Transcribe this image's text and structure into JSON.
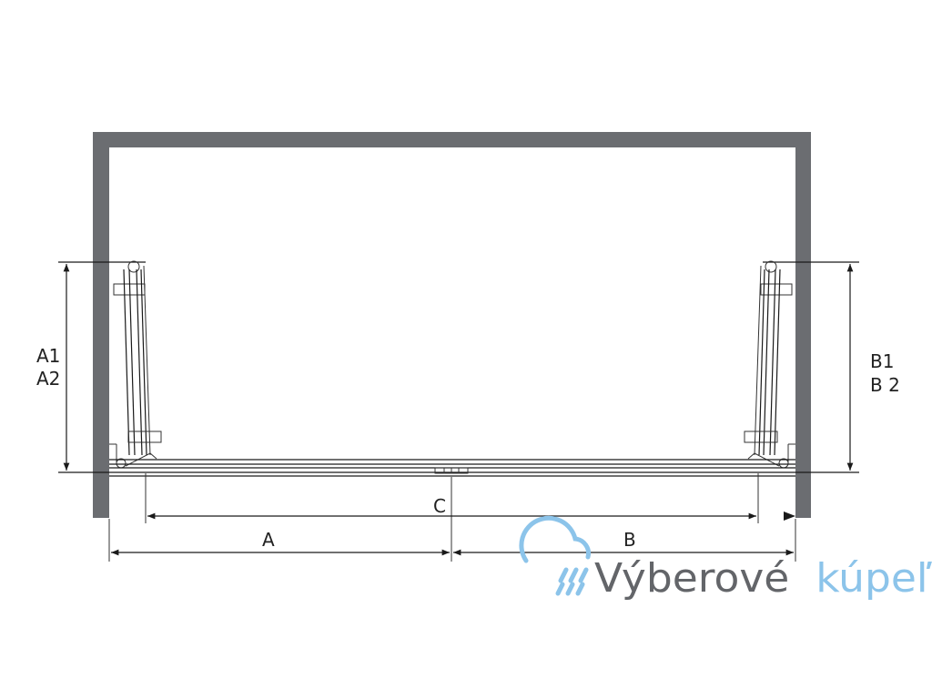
{
  "labels": {
    "a1": "A1",
    "a2": "A2",
    "b1": "B1",
    "b2": "B 2",
    "a": "A",
    "b": "B",
    "c": "C"
  },
  "brand": {
    "word1": "Výberové",
    "word2": "kúpeľ",
    "color_gray": "#636569",
    "color_blue": "#8cc4ea"
  },
  "colors": {
    "wall": "#6b6d71",
    "line": "#1a1a1a"
  }
}
